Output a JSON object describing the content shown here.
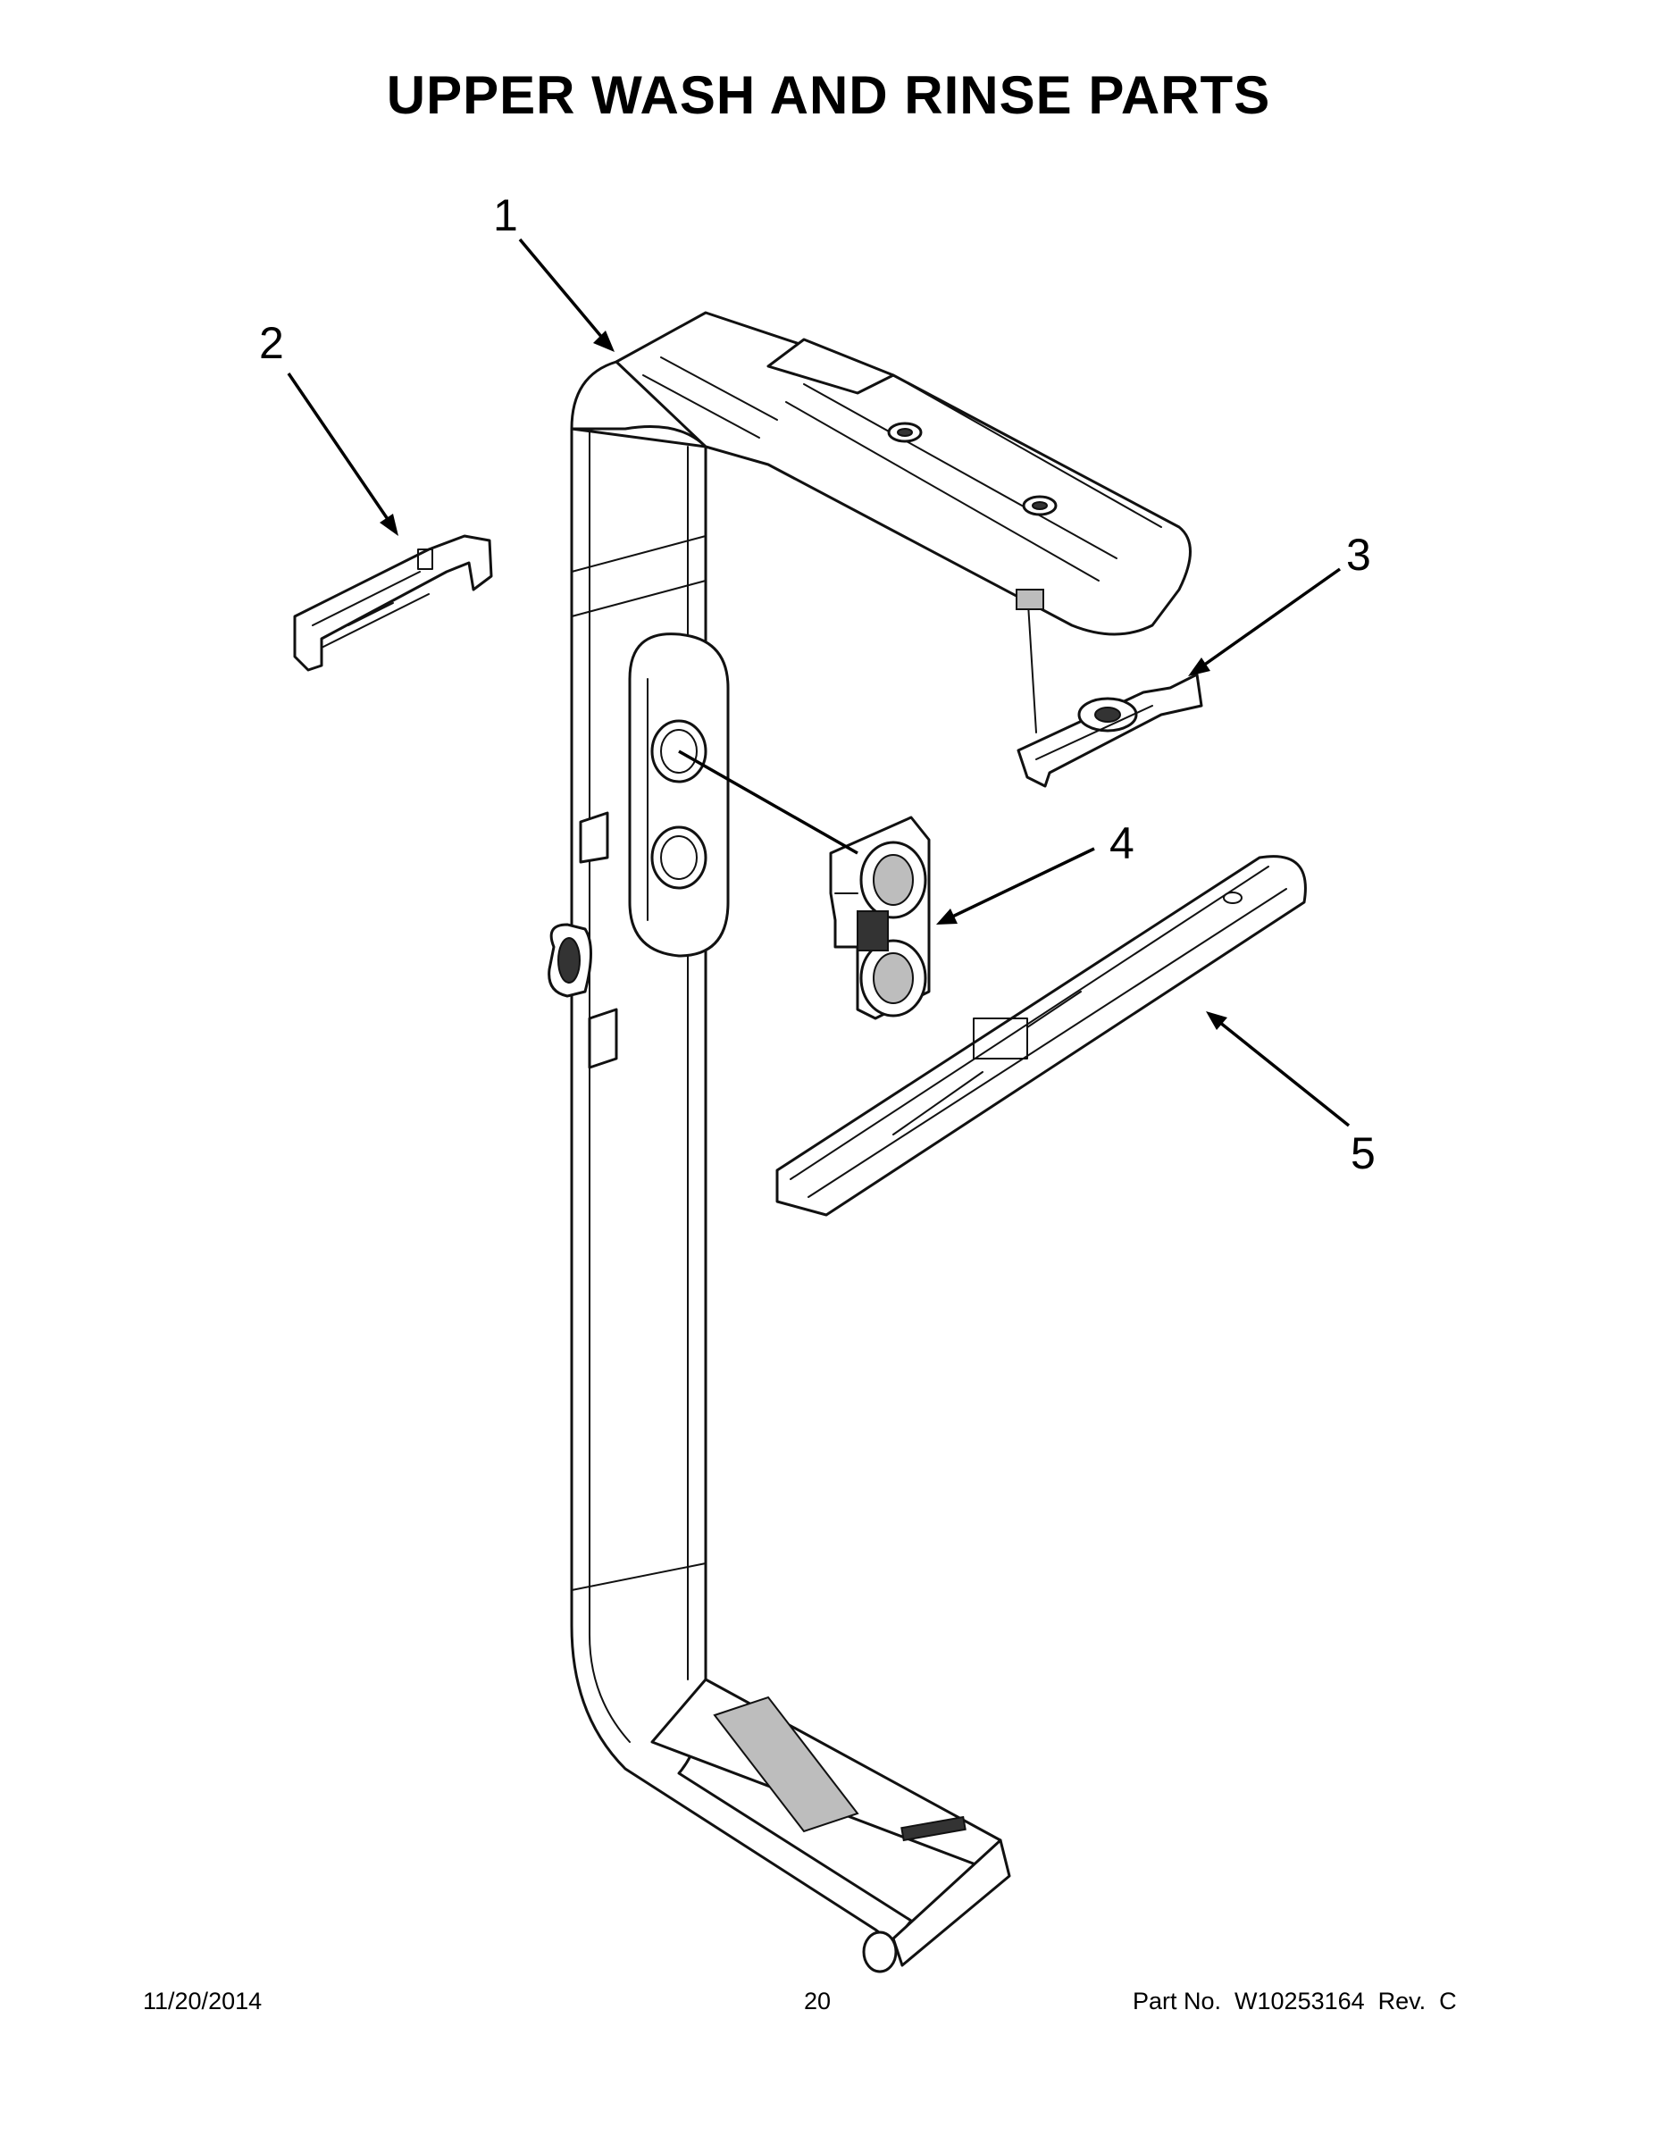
{
  "page": {
    "title": "UPPER WASH AND RINSE PARTS"
  },
  "callouts": [
    {
      "id": "1",
      "label": "1"
    },
    {
      "id": "2",
      "label": "2"
    },
    {
      "id": "3",
      "label": "3"
    },
    {
      "id": "4",
      "label": "4"
    },
    {
      "id": "5",
      "label": "5"
    }
  ],
  "footer": {
    "date": "11/20/2014",
    "page_number": "20",
    "part_no": "Part No.  W10253164  Rev.  C"
  }
}
